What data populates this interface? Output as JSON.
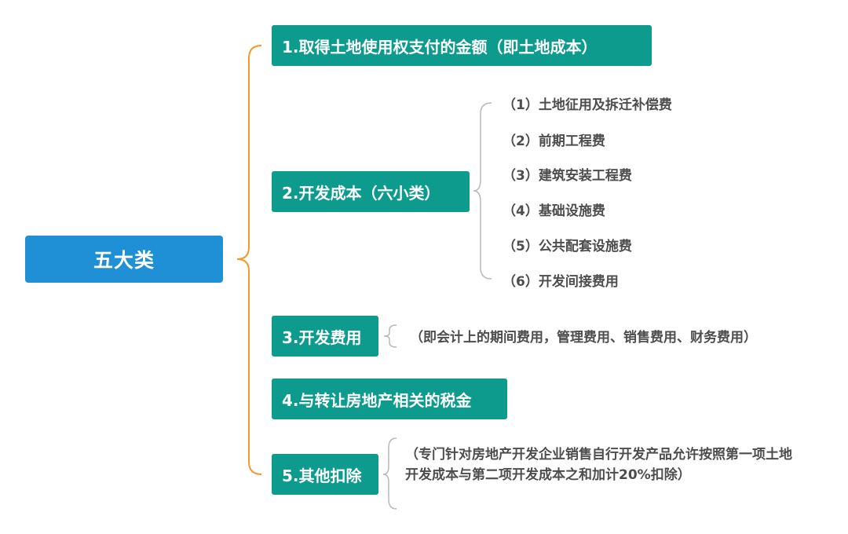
{
  "root": {
    "label": "五大类"
  },
  "categories": [
    {
      "label": "1.取得土地使用权支付的金额（即土地成本）"
    },
    {
      "label": "2.开发成本（六小类）"
    },
    {
      "label": "3.开发费用"
    },
    {
      "label": "4.与转让房地产相关的税金"
    },
    {
      "label": "5.其他扣除"
    }
  ],
  "subitems": [
    "（1）土地征用及拆迁补偿费",
    "（2）前期工程费",
    "（3）建筑安装工程费",
    "（4）基础设施费",
    "（5）公共配套设施费",
    "（6）开发间接费用"
  ],
  "notes": {
    "development_expenses": "（即会计上的期间费用，管理费用、销售费用、财务费用）",
    "other_deductions": "（专门针对房地产开发企业销售自行开发产品允许按照第一项土地开发成本与第二项开发成本之和加计20%扣除）"
  },
  "colors": {
    "root_fill": "#1f8fd6",
    "category_fill": "#0d9b8e",
    "main_bracket": "#f39a2c",
    "sub_bracket": "#b8b8b8",
    "note_text": "#4d4d4d"
  }
}
